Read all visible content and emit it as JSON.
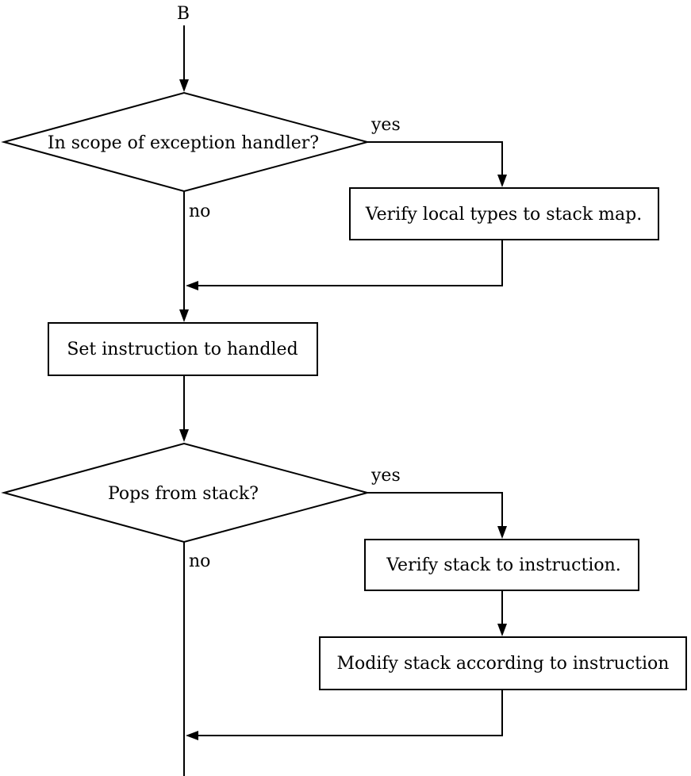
{
  "connector": "B",
  "decision1": {
    "question": "In scope of exception handler?",
    "yes_label": "yes",
    "no_label": "no"
  },
  "process_verify_local": "Verify local types to stack map.",
  "process_set_handled": "Set instruction to handled",
  "decision2": {
    "question": "Pops from stack?",
    "yes_label": "yes",
    "no_label": "no"
  },
  "process_verify_stack": "Verify stack to instruction.",
  "process_modify_stack": "Modify stack according to instruction"
}
